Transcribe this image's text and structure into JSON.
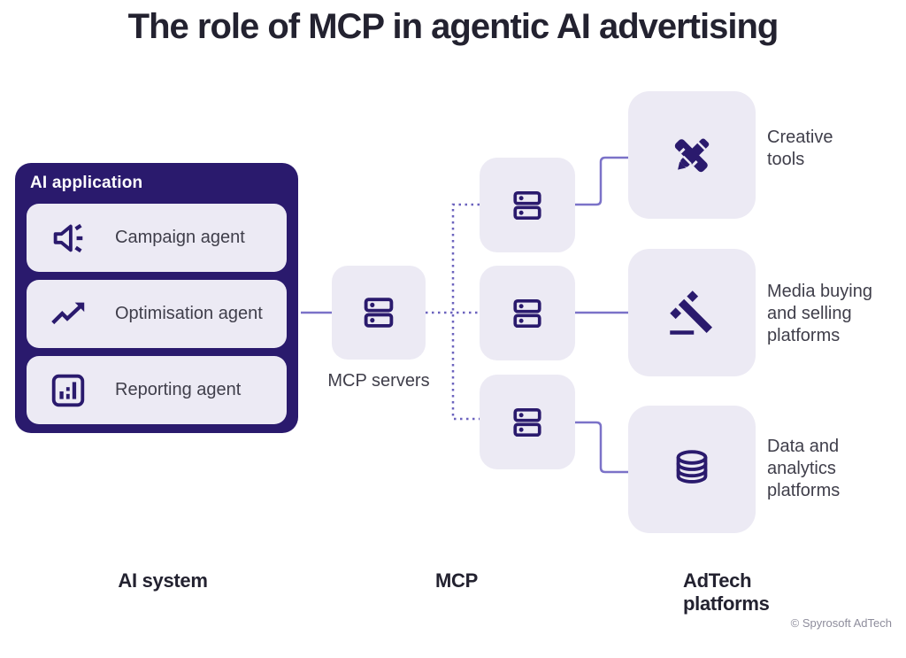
{
  "title": "The role of MCP in agentic AI advertising",
  "ai_application": {
    "label": "AI application",
    "agents": [
      {
        "label": "Campaign agent",
        "icon": "speaker-icon"
      },
      {
        "label": "Optimisation agent",
        "icon": "trending-up-icon"
      },
      {
        "label": "Reporting agent",
        "icon": "bar-chart-icon"
      }
    ]
  },
  "mcp": {
    "caption": "MCP servers",
    "server_icon": "server-icon",
    "server_box_count": 3
  },
  "adtech": {
    "platforms": [
      {
        "label": "Creative tools",
        "lines": [
          "Creative",
          "tools"
        ],
        "icon": "design-tools-icon"
      },
      {
        "label": "Media buying and selling platforms",
        "lines": [
          "Media buying",
          "and selling",
          "platforms"
        ],
        "icon": "gavel-icon"
      },
      {
        "label": "Data and analytics platforms",
        "lines": [
          "Data and",
          "analytics",
          "platforms"
        ],
        "icon": "database-icon"
      }
    ]
  },
  "columns": [
    "AI system",
    "MCP",
    "AdTech platforms"
  ],
  "footer": {
    "copyright": "© Spyrosoft AdTech"
  },
  "colors": {
    "primary_dark": "#2A1A6D",
    "panel_light": "#ECEAF4",
    "connector_solid": "#7B72C8",
    "connector_dotted": "#6C63BE",
    "heading_text": "#232230",
    "body_text": "#3F3E4A",
    "muted_text": "#8E8D9C"
  }
}
